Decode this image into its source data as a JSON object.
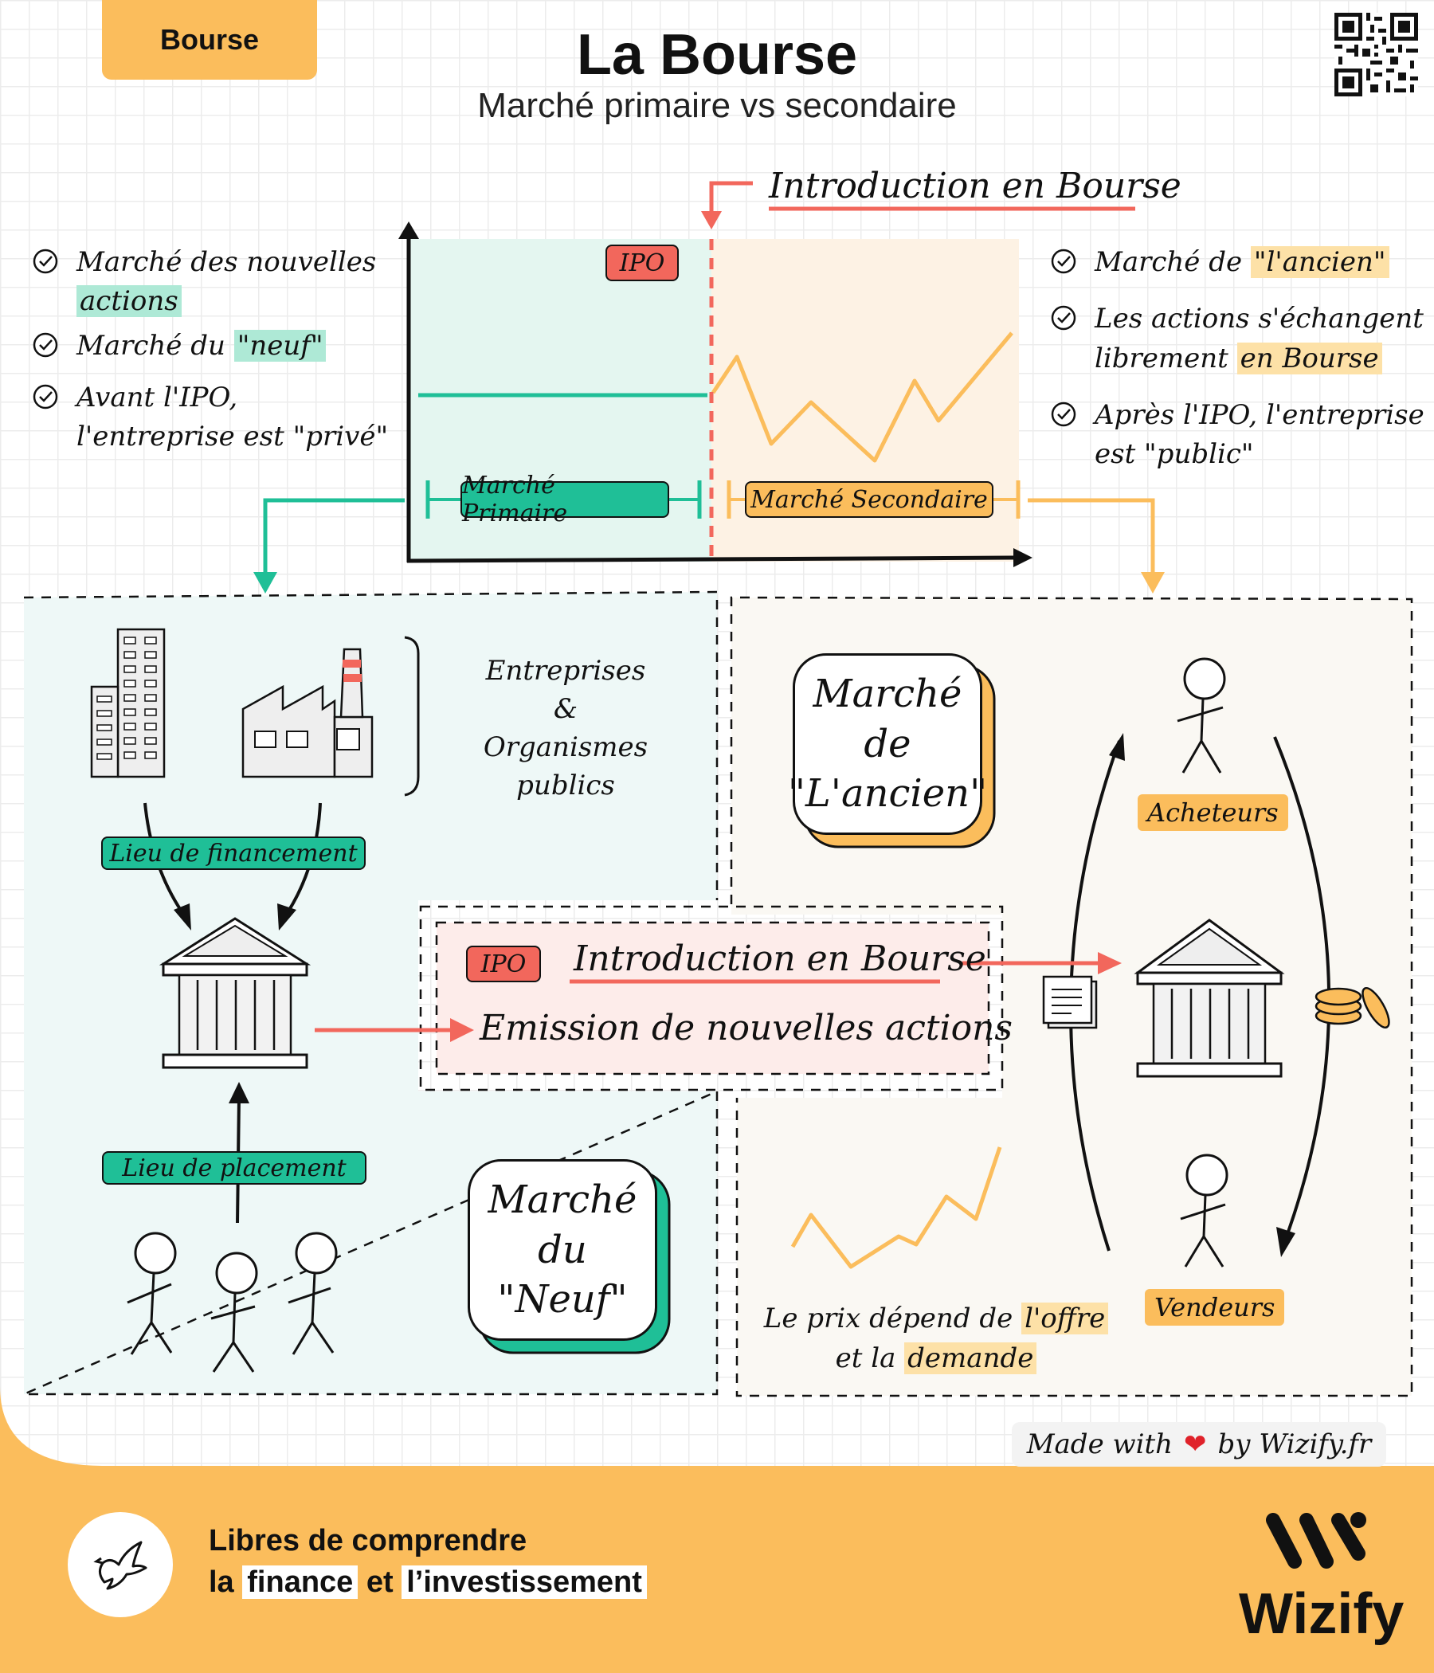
{
  "header": {
    "tag": "Bourse",
    "title": "La Bourse",
    "subtitle": "Marché primaire vs secondaire"
  },
  "chart": {
    "callout": "Introduction en Bourse",
    "ipo_tag": "IPO",
    "primary_label": "Marché Primaire",
    "secondary_label": "Marché Secondaire"
  },
  "left_points": [
    {
      "pre": "Marché des nouvelles ",
      "hl": "actions",
      "post": ""
    },
    {
      "pre": "Marché du ",
      "hl": "\"neuf\"",
      "post": ""
    },
    {
      "pre": "Avant l'IPO, l'entreprise est \"privé\"",
      "hl": "",
      "post": ""
    }
  ],
  "right_points": [
    {
      "pre": "Marché de ",
      "hl": "\"l'ancien\"",
      "post": ""
    },
    {
      "pre": "Les actions s'échangent librement ",
      "hl": "en Bourse",
      "post": ""
    },
    {
      "pre": "Après l'IPO, l'entreprise est \"public\"",
      "hl": "",
      "post": ""
    }
  ],
  "primary_panel": {
    "entities_line1": "Entreprises",
    "entities_line2": "&",
    "entities_line3": "Organismes publics",
    "financing_label": "Lieu de financement",
    "placement_label": "Lieu de placement",
    "bubble_line1": "Marché",
    "bubble_line2": "du",
    "bubble_line3": "\"Neuf\""
  },
  "ipo_box": {
    "tag": "IPO",
    "title": "Introduction en Bourse",
    "text": "Emission de nouvelles actions"
  },
  "secondary_panel": {
    "bubble_line1": "Marché",
    "bubble_line2": "de",
    "bubble_line3": "\"L'ancien\"",
    "buyers": "Acheteurs",
    "sellers": "Vendeurs",
    "price_pre": "Le prix dépend de ",
    "price_hl1": "l'offre",
    "price_mid": "et la ",
    "price_hl2": "demande"
  },
  "footer": {
    "made_with": "Made with",
    "by": "by Wizify.fr",
    "slogan_line1": "Libres de comprendre",
    "slogan_la": "la",
    "slogan_w1": "finance",
    "slogan_et": "et",
    "slogan_w2": "l’investissement",
    "brand": "Wizify"
  },
  "colors": {
    "teal": "#1fbf97",
    "yellow": "#fbbd5c",
    "red": "#f2675c",
    "teal_bg": "#e9f8f3",
    "yellow_bg": "#fdf5ea"
  }
}
